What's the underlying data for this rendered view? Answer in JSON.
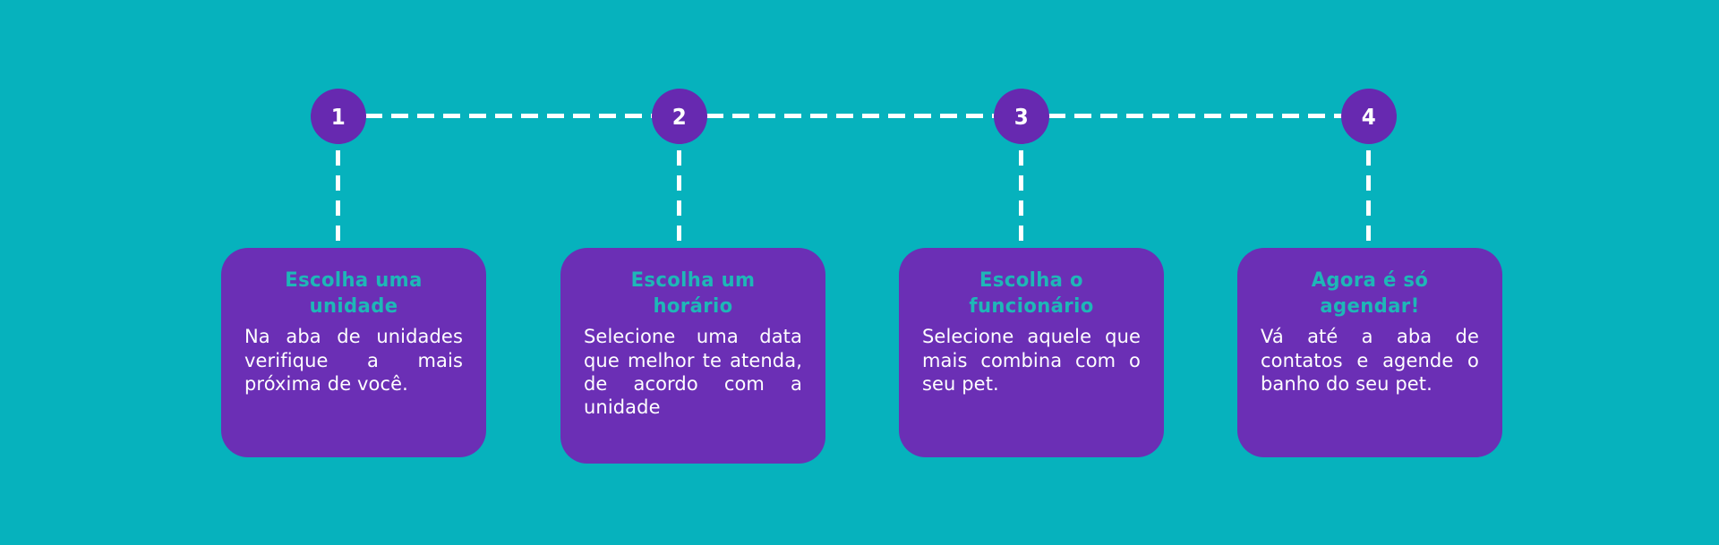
{
  "colors": {
    "background": "#06b2bd",
    "card": "#6b2fb5",
    "circle": "#6729b0",
    "heading_text": "#1eb7b7",
    "body_text": "#ffffff",
    "connector": "#ffffff"
  },
  "steps": [
    {
      "number": "1",
      "title": "Escolha uma unidade",
      "body": "Na aba de unidades verifique a mais próxima de você."
    },
    {
      "number": "2",
      "title": "Escolha um horário",
      "body": "Selecione uma data que melhor te atenda, de acordo com a unidade"
    },
    {
      "number": "3",
      "title": "Escolha o funcionário",
      "body": "Selecione aquele que mais combina com o seu pet."
    },
    {
      "number": "4",
      "title": "Agora é só agendar!",
      "body": "Vá até a aba de contatos e agende o banho do seu pet."
    }
  ]
}
